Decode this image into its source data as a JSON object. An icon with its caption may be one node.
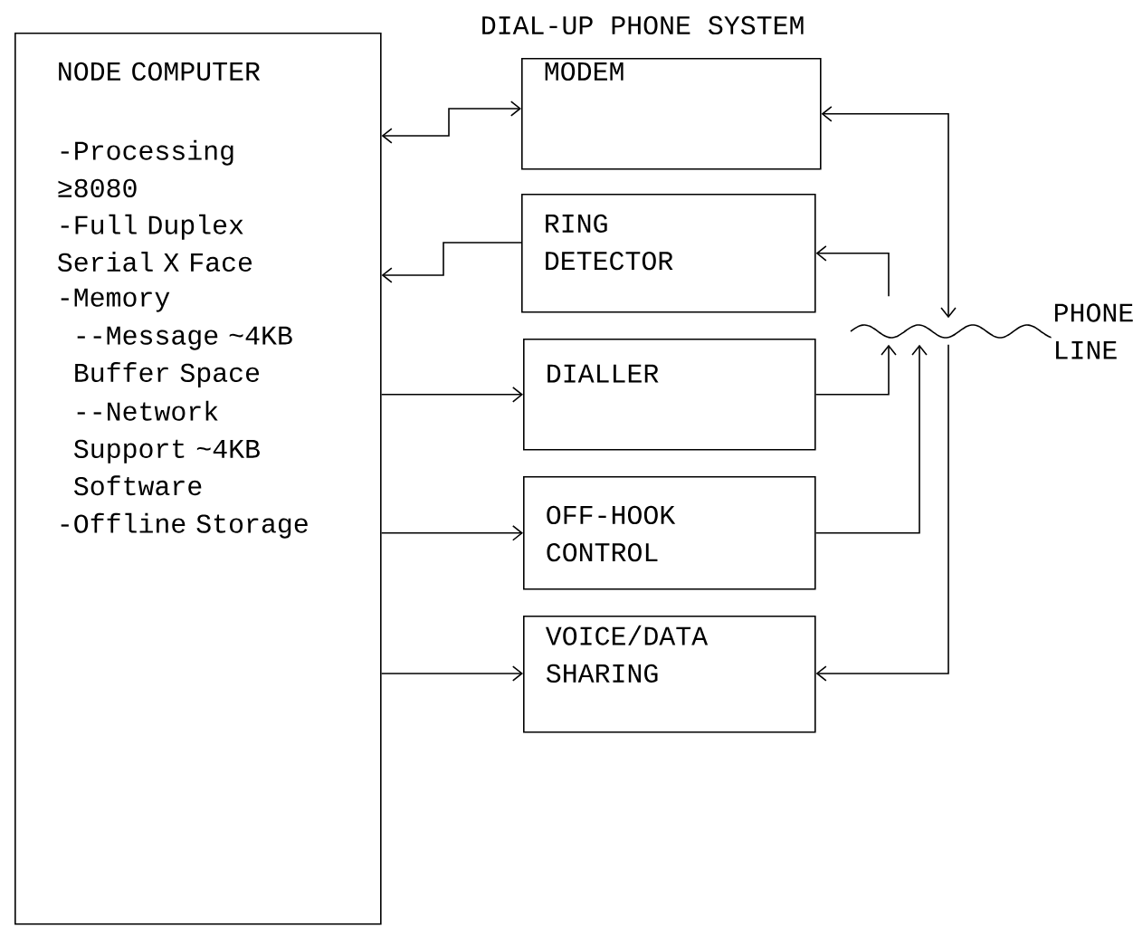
{
  "diagram": {
    "title": "DIAL-UP PHONE SYSTEM",
    "nodes": [
      {
        "text": [
          "NODE COMPUTER",
          "-Processing ≥8080",
          "-Full Duplex Serial X Face",
          "-Memory",
          "--Message ~4KB Buffer Space",
          "--Network Support ~4KB Software",
          "-Offline Storage"
        ]
      },
      {
        "text": [
          "MODEM"
        ]
      },
      {
        "text": [
          "RING DETECTOR"
        ]
      },
      {
        "text": [
          "DIALLER"
        ]
      },
      {
        "text": [
          "OFF-HOOK CONTROL"
        ]
      },
      {
        "text": [
          "VOICE/DATA SHARING"
        ]
      },
      {
        "text": [
          "PHONE LINE"
        ]
      }
    ],
    "edges": [
      {
        "from": 0,
        "to": 1,
        "arrow": "both"
      },
      {
        "from": 2,
        "to": 0,
        "arrow": "to"
      },
      {
        "from": 0,
        "to": 3,
        "arrow": "to"
      },
      {
        "from": 0,
        "to": 4,
        "arrow": "to"
      },
      {
        "from": 0,
        "to": 5,
        "arrow": "to"
      },
      {
        "from": 1,
        "to": 6,
        "arrow": "both"
      },
      {
        "from": 6,
        "to": 2,
        "arrow": "to"
      },
      {
        "from": 3,
        "to": 6,
        "arrow": "to"
      },
      {
        "from": 4,
        "to": 6,
        "arrow": "to"
      },
      {
        "from": 6,
        "to": 5,
        "arrow": "to"
      }
    ]
  }
}
